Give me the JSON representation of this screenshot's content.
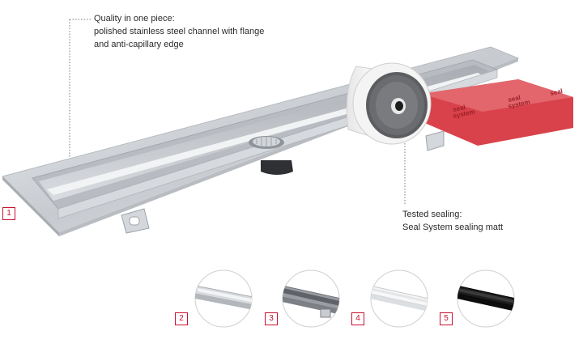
{
  "callouts": {
    "quality": {
      "line1": "Quality in one piece:",
      "line2": "polished stainless steel channel with flange",
      "line3": "and anti-capillary edge"
    },
    "sealing": {
      "line1": "Tested sealing:",
      "line2": "Seal System sealing matt"
    }
  },
  "badges": [
    "1",
    "2",
    "3",
    "4",
    "5"
  ],
  "tape_label": "seal system",
  "colors": {
    "accent": "#c8102e",
    "steel": "#c9ccd1",
    "sealing_red": "#d9424a",
    "variant_black": "#141414"
  },
  "variants": [
    {
      "name": "steel-grate",
      "finish": "steel"
    },
    {
      "name": "dark-steel-tile-insert",
      "finish": "dark-steel"
    },
    {
      "name": "white-grate",
      "finish": "white"
    },
    {
      "name": "black-grate",
      "finish": "black"
    }
  ]
}
